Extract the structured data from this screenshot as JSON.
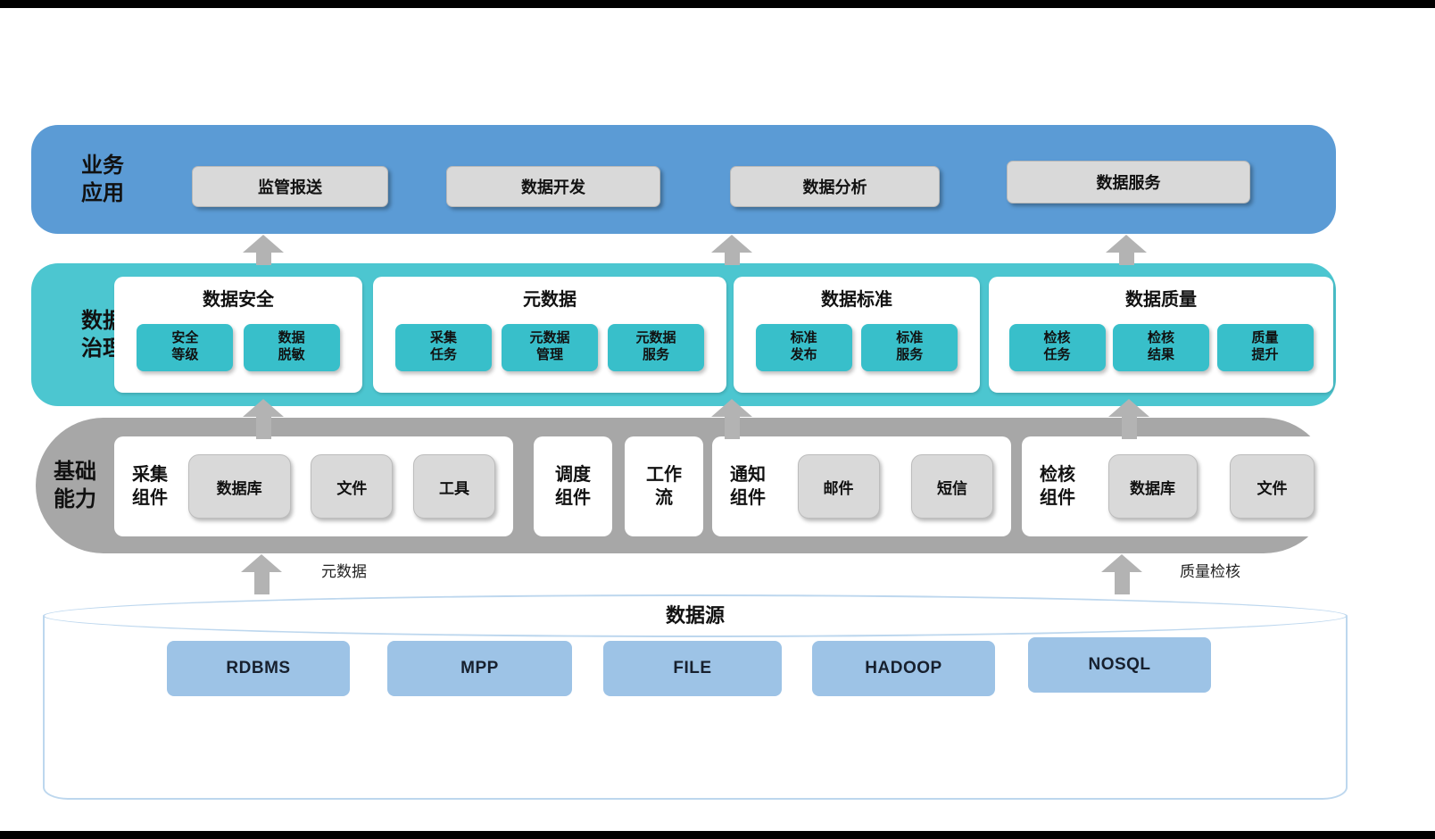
{
  "business": {
    "title_line1": "业务",
    "title_line2": "应用",
    "buttons": [
      "监管报送",
      "数据开发",
      "数据分析",
      "数据服务"
    ]
  },
  "governance": {
    "title_line1": "数据",
    "title_line2": "治理",
    "groups": [
      {
        "title": "数据安全",
        "items": [
          {
            "line1": "安全",
            "line2": "等级"
          },
          {
            "line1": "数据",
            "line2": "脱敏"
          }
        ]
      },
      {
        "title": "元数据",
        "items": [
          {
            "line1": "采集",
            "line2": "任务"
          },
          {
            "line1": "元数据",
            "line2": "管理"
          },
          {
            "line1": "元数据",
            "line2": "服务"
          }
        ]
      },
      {
        "title": "数据标准",
        "items": [
          {
            "line1": "标准",
            "line2": "发布"
          },
          {
            "line1": "标准",
            "line2": "服务"
          }
        ]
      },
      {
        "title": "数据质量",
        "items": [
          {
            "line1": "检核",
            "line2": "任务"
          },
          {
            "line1": "检核",
            "line2": "结果"
          },
          {
            "line1": "质量",
            "line2": "提升"
          }
        ]
      }
    ]
  },
  "capability": {
    "title_line1": "基础",
    "title_line2": "能力",
    "groups": [
      {
        "label_line1": "采集",
        "label_line2": "组件",
        "items": [
          "数据库",
          "文件",
          "工具"
        ]
      },
      {
        "label_line1": "调度",
        "label_line2": "组件",
        "items": []
      },
      {
        "label_line1": "工作",
        "label_line2": "流",
        "items": []
      },
      {
        "label_line1": "通知",
        "label_line2": "组件",
        "items": [
          "邮件",
          "短信"
        ]
      },
      {
        "label_line1": "检核",
        "label_line2": "组件",
        "items": [
          "数据库",
          "文件"
        ]
      }
    ]
  },
  "datasource": {
    "title": "数据源",
    "items": [
      "RDBMS",
      "MPP",
      "FILE",
      "HADOOP",
      "NOSQL"
    ]
  },
  "arrow_labels": {
    "metadata": "元数据",
    "quality_check": "质量检核"
  },
  "colors": {
    "business_layer": "#5b9bd5",
    "governance_layer": "#4cc6d0",
    "governance_item": "#38bfca",
    "capability_layer": "#a7a7a7",
    "gray_button": "#d9d9d9",
    "datasource_border": "#bdd7ee",
    "datasource_item": "#9dc3e6",
    "arrow": "#b3b3b3"
  }
}
